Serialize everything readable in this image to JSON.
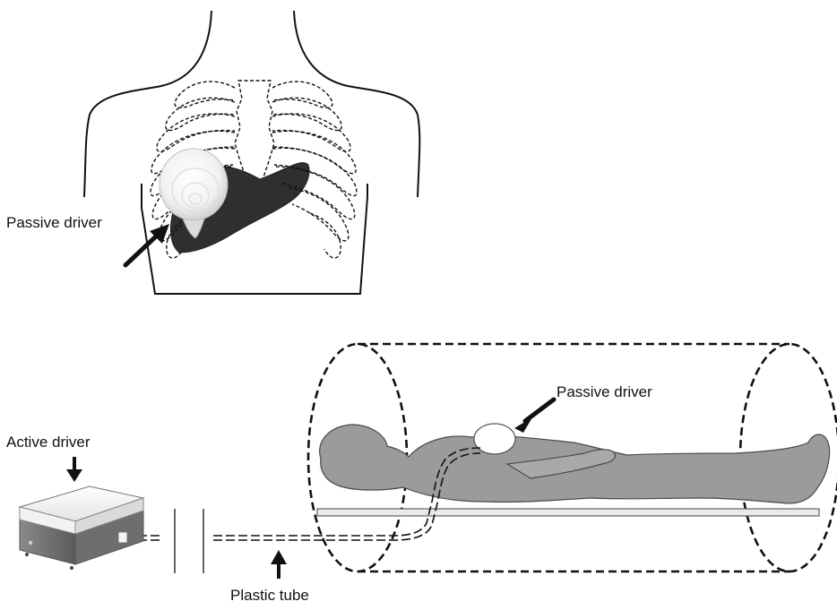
{
  "labels": {
    "chest_passive_driver": "Passive driver",
    "mri_passive_driver": "Passive driver",
    "active_driver": "Active driver",
    "plastic_tube": "Plastic tube"
  },
  "colors": {
    "outline": "#111111",
    "body_fill": "#9b9b9b",
    "liver_fill": "#2f2f2f",
    "driver_fill": "#ffffff",
    "device_body": "#6e6e6e",
    "table_fill": "#eaeaea"
  }
}
